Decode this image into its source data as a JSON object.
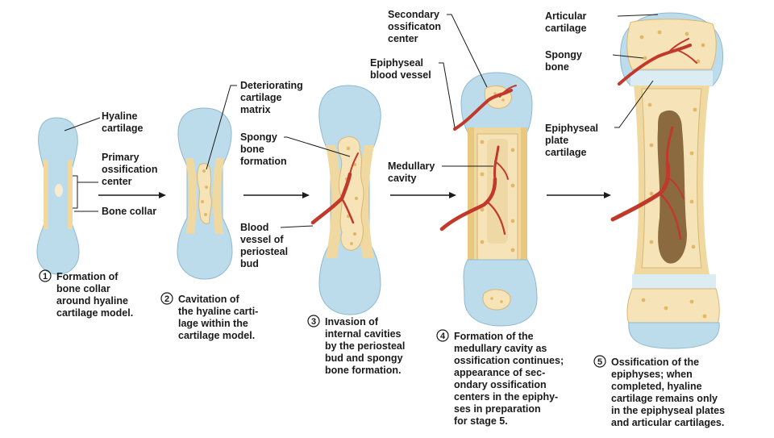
{
  "labels": {
    "hyaline_cartilage": [
      "Hyaline",
      "cartilage"
    ],
    "primary_ossification_center": [
      "Primary",
      "ossification",
      "center"
    ],
    "bone_collar": [
      "Bone collar"
    ],
    "deteriorating_cartilage_matrix": [
      "Deteriorating",
      "cartilage",
      "matrix"
    ],
    "spongy_bone_formation": [
      "Spongy",
      "bone",
      "formation"
    ],
    "blood_vessel_periosteal_bud": [
      "Blood",
      "vessel of",
      "periosteal",
      "bud"
    ],
    "secondary_ossification_center": [
      "Secondary",
      "ossificaton",
      "center"
    ],
    "epiphyseal_blood_vessel": [
      "Epiphyseal",
      "blood vessel"
    ],
    "medullary_cavity": [
      "Medullary",
      "cavity"
    ],
    "articular_cartilage": [
      "Articular",
      "cartilage"
    ],
    "spongy_bone": [
      "Spongy",
      "bone"
    ],
    "epiphyseal_plate_cartilage": [
      "Epiphyseal",
      "plate",
      "cartilage"
    ]
  },
  "stages": [
    {
      "number": "1",
      "caption": [
        "Formation of",
        "bone collar",
        "around hyaline",
        "cartilage model."
      ]
    },
    {
      "number": "2",
      "caption": [
        "Cavitation of",
        "the hyaline carti-",
        "lage within the",
        "cartilage model."
      ]
    },
    {
      "number": "3",
      "caption": [
        "Invasion of",
        "internal cavities",
        "by the periosteal",
        "bud and spongy",
        "bone formation."
      ]
    },
    {
      "number": "4",
      "caption": [
        "Formation of the",
        "medullary cavity as",
        "ossification continues;",
        "appearance of sec-",
        "ondary ossification",
        "centers in the epiphy-",
        "ses in preparation",
        "for stage 5."
      ]
    },
    {
      "number": "5",
      "caption": [
        "Ossification of the",
        "epiphyses; when",
        "completed, hyaline",
        "cartilage remains only",
        "in the epiphyseal plates",
        "and articular cartilages."
      ]
    }
  ],
  "colors": {
    "cartilage": "#bcdcec",
    "bone": "#f0d9a0",
    "spongy_bone": "#f6e4b8",
    "blood_vessel": "#c0392b"
  }
}
